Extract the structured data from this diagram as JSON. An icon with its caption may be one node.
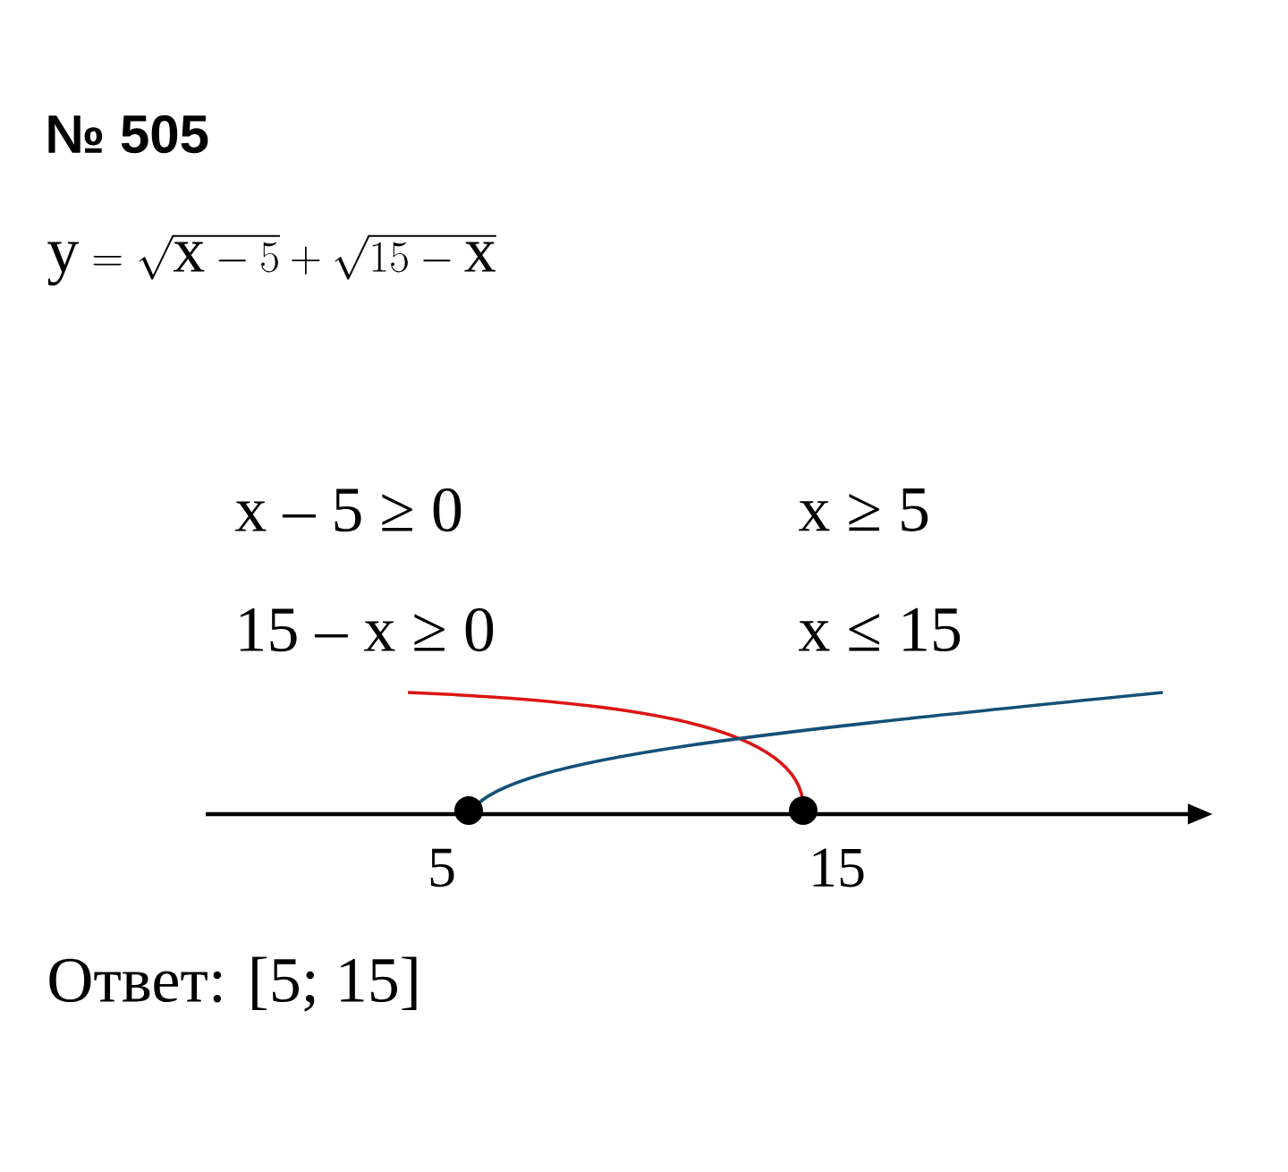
{
  "diagram": {
    "title": "№ 505",
    "labels": [
      "\\mathrm{y} = \\sqrt{\\mathrm{x} - 5} + \\sqrt{15 - \\mathrm{x}}",
      "x – 5 ≥ 0",
      "x ≥ 5",
      "15 – x ≥ 0",
      "x ≤ 15",
      "5",
      "15",
      "Ответ: [5; 15]"
    ]
  }
}
